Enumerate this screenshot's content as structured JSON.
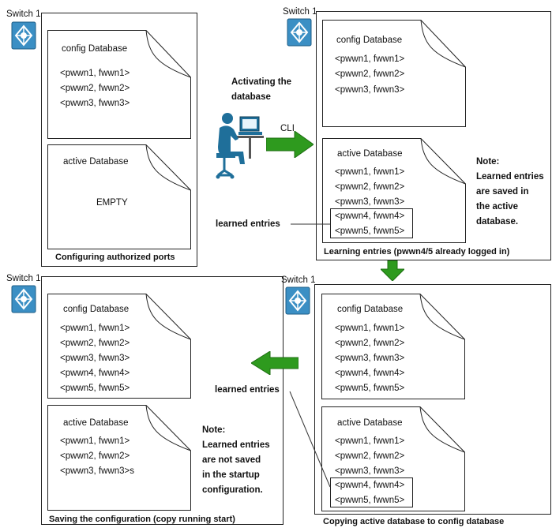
{
  "switch_label": "Switch 1",
  "config_db_title": "config Database",
  "active_db_title": "active Database",
  "empty_label": "EMPTY",
  "activating": [
    "Activating the",
    "database"
  ],
  "cli_label": "CLI",
  "learned_entries": "learned entries",
  "panels": {
    "tl": {
      "caption": "Configuring authorized ports",
      "config_entries": [
        "<pwwn1, fwwn1>",
        "<pwwn2, fwwn2>",
        "<pwwn3, fwwn3>"
      ]
    },
    "tr": {
      "caption": "Learning entries (pwwn4/5 already logged in)",
      "config_entries": [
        "<pwwn1, fwwn1>",
        "<pwwn2, fwwn2>",
        "<pwwn3, fwwn3>"
      ],
      "active_entries": [
        "<pwwn1, fwwn1>",
        "<pwwn2, fwwn2>",
        "<pwwn3, fwwn3>"
      ],
      "active_learned": [
        "<pwwn4, fwwn4>",
        "<pwwn5, fwwn5>"
      ],
      "note": "Note:\nLearned entries\nare saved in\nthe active\ndatabase."
    },
    "bl": {
      "caption": "Saving the configuration (copy running start)",
      "config_entries": [
        "<pwwn1, fwwn1>",
        "<pwwn2, fwwn2>",
        "<pwwn3, fwwn3>",
        "<pwwn4, fwwn4>",
        "<pwwn5, fwwn5>"
      ],
      "active_entries": [
        "<pwwn1, fwwn1>",
        "<pwwn2, fwwn2>",
        "<pwwn3, fwwn3>s"
      ],
      "note": "Note:\nLearned entries\nare not saved\nin the startup\nconfiguration."
    },
    "br": {
      "caption": "Copying active database to config database",
      "config_entries": [
        "<pwwn1, fwwn1>",
        "<pwwn2, fwwn2>",
        "<pwwn3, fwwn3>",
        "<pwwn4, fwwn4>",
        "<pwwn5, fwwn5>"
      ],
      "active_entries": [
        "<pwwn1, fwwn1>",
        "<pwwn2, fwwn2>",
        "<pwwn3, fwwn3>"
      ],
      "active_learned": [
        "<pwwn4, fwwn4>",
        "<pwwn5, fwwn5>"
      ]
    }
  },
  "colors": {
    "arrow": "#2e9a1e",
    "arrow_dark": "#1e6e12",
    "switch": "#3b8fc4",
    "person": "#1f6f9a"
  }
}
